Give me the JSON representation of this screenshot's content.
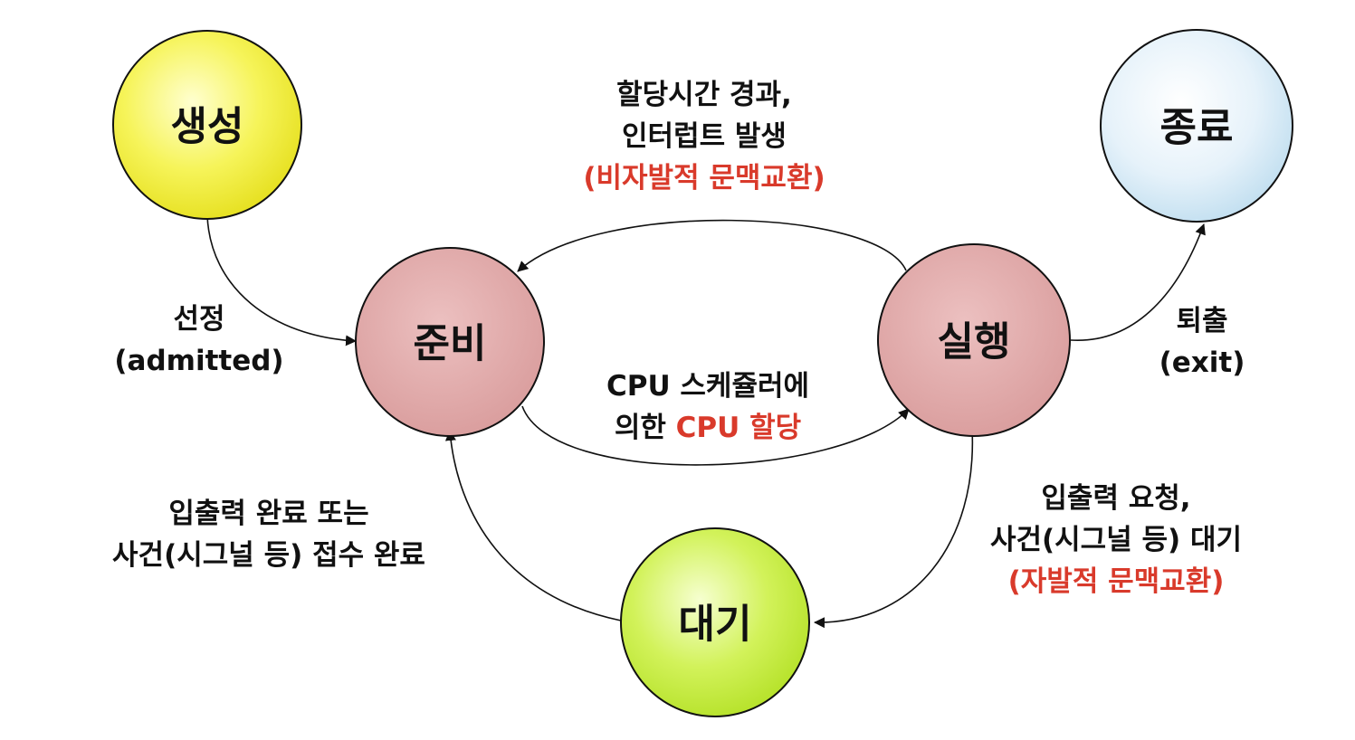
{
  "states": {
    "create": {
      "label": "생성",
      "color": "#f2f04a"
    },
    "ready": {
      "label": "준비",
      "color": "#dfa9a9"
    },
    "running": {
      "label": "실행",
      "color": "#dfa9a9"
    },
    "terminated": {
      "label": "종료",
      "color": "#d4e9f7"
    },
    "waiting": {
      "label": "대기",
      "color": "#c6ee4a"
    }
  },
  "transitions": {
    "admitted": {
      "line1": "선정",
      "line2": "(admitted)"
    },
    "dispatch": {
      "line1": "CPU 스케쥴러에",
      "line2_plain": "의한 ",
      "line2_highlight": "CPU 할당"
    },
    "timeout": {
      "line1": "할당시간 경과,",
      "line2": "인터럽트 발생",
      "line3": "(비자발적 문맥교환)"
    },
    "exit": {
      "line1": "퇴출",
      "line2": "(exit)"
    },
    "io_wait": {
      "line1": "입출력 요청,",
      "line2": "사건(시그널 등) 대기",
      "line3": "(자발적 문맥교환)"
    },
    "io_done": {
      "line1": "입출력 완료 또는",
      "line2": "사건(시그널 등) 접수 완료"
    }
  },
  "colors": {
    "highlight": "#d93a2b",
    "text": "#111111",
    "edge": "#111111"
  }
}
